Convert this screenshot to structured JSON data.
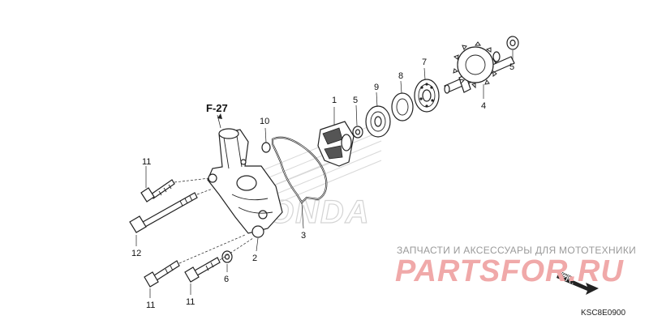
{
  "diagram": {
    "ref_label": "F-27",
    "code": "KSC8E0900",
    "brand_watermark": "HONDA",
    "direction_label": "FR."
  },
  "callouts": {
    "c1": "1",
    "c2": "2",
    "c3": "3",
    "c4": "4",
    "c5a": "5",
    "c5b": "5",
    "c6": "6",
    "c7": "7",
    "c8": "8",
    "c9": "9",
    "c10": "10",
    "c11a": "11",
    "c11b": "11",
    "c11c": "11",
    "c12": "12"
  },
  "shop": {
    "caption": "ЗАПЧАСТИ И АКСЕССУАРЫ ДЛЯ МОТОТЕХНИКИ",
    "logo": "PARTSFOR.RU"
  },
  "colors": {
    "line": "#222222",
    "watermark": "#d4d4d4",
    "shop_logo": "#f0a9a9",
    "shop_caption": "#9a9a9a"
  }
}
